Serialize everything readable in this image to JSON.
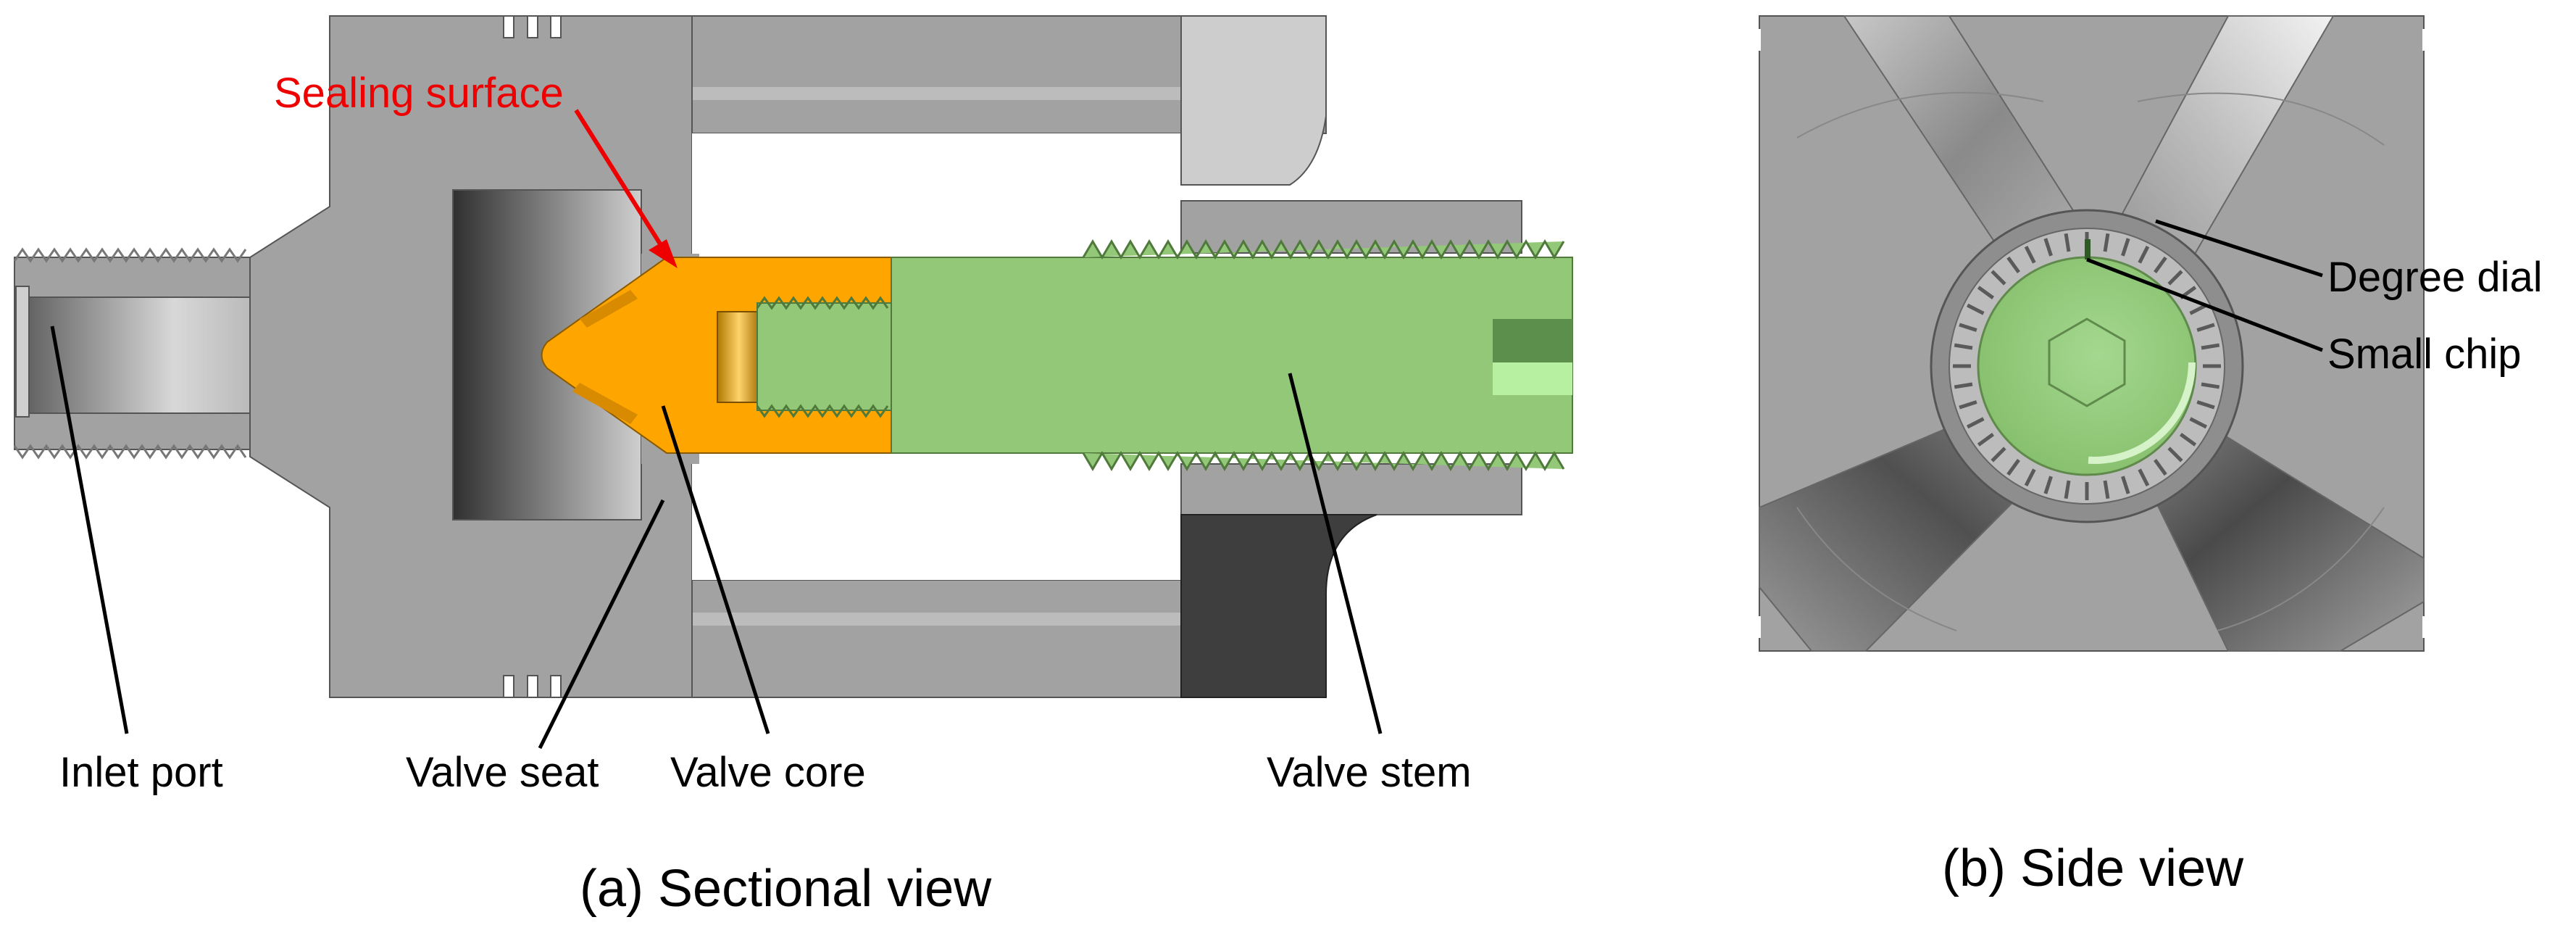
{
  "colors": {
    "body_gray": "#a2a2a2",
    "light_gray": "#cdcdcd",
    "dark_gray": "#3e3e3e",
    "valve_core": "#ffa500",
    "valve_stem": "#93c878",
    "accent_red": "#ee0000"
  },
  "sectional_view": {
    "caption": "(a) Sectional view",
    "labels": {
      "sealing_surface": "Sealing surface",
      "inlet_port": "Inlet port",
      "valve_seat": "Valve seat",
      "valve_core": "Valve core",
      "valve_stem": "Valve stem"
    }
  },
  "side_view": {
    "caption": "(b) Side view",
    "labels": {
      "degree_dial": "Degree dial",
      "small_chip": "Small chip"
    }
  }
}
